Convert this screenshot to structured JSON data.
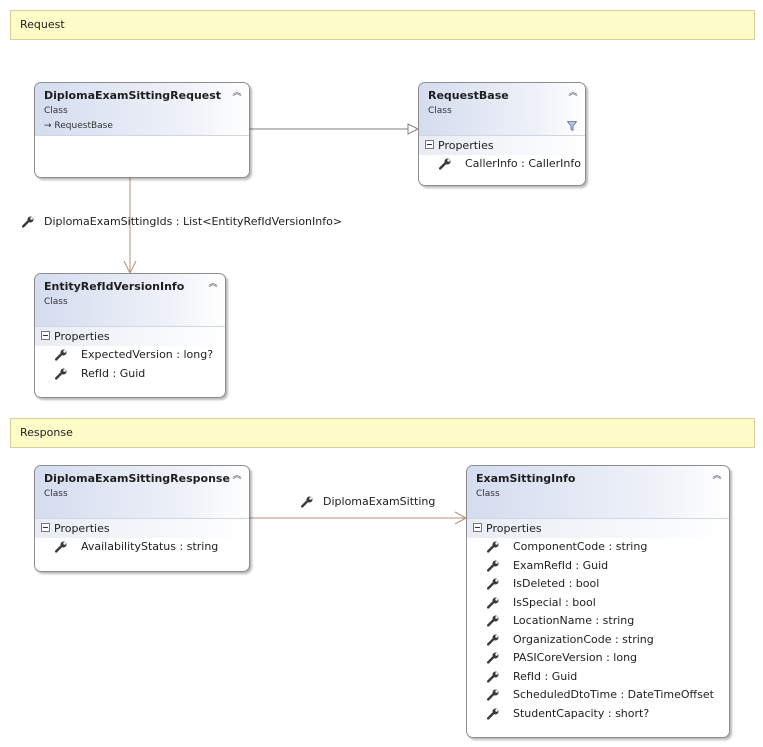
{
  "sections": {
    "request": "Request",
    "response": "Response"
  },
  "classes": {
    "diploma_request": {
      "name": "DiplomaExamSittingRequest",
      "kind": "Class",
      "inherits": "RequestBase"
    },
    "request_base": {
      "name": "RequestBase",
      "kind": "Class",
      "section": "Properties",
      "properties": [
        "CallerInfo : CallerInfo"
      ]
    },
    "entity_ref": {
      "name": "EntityRefIdVersionInfo",
      "kind": "Class",
      "section": "Properties",
      "properties": [
        "ExpectedVersion : long?",
        "RefId : Guid"
      ]
    },
    "diploma_response": {
      "name": "DiplomaExamSittingResponse",
      "kind": "Class",
      "section": "Properties",
      "properties": [
        "AvailabilityStatus : string"
      ]
    },
    "exam_sitting_info": {
      "name": "ExamSittingInfo",
      "kind": "Class",
      "section": "Properties",
      "properties": [
        "ComponentCode : string",
        "ExamRefId : Guid",
        "IsDeleted : bool",
        "IsSpecial : bool",
        "LocationName : string",
        "OrganizationCode : string",
        "PASICoreVersion : long",
        "RefId : Guid",
        "ScheduledDtoTime : DateTimeOffset",
        "StudentCapacity : short?"
      ]
    }
  },
  "associations": {
    "ids": "DiplomaExamSittingIds : List<EntityRefIdVersionInfo>",
    "sitting": "DiplomaExamSitting"
  },
  "icons": {
    "property": "wrench-icon",
    "collapse": "double-chevron-up-icon",
    "filter": "filter-icon",
    "inheritance": "arrow-right-icon"
  },
  "colors": {
    "section_bg": "#fdfbc8",
    "header_gradient": "#d4dcef",
    "association_line": "#b88f78",
    "inheritance_line": "#7f7f7f"
  }
}
